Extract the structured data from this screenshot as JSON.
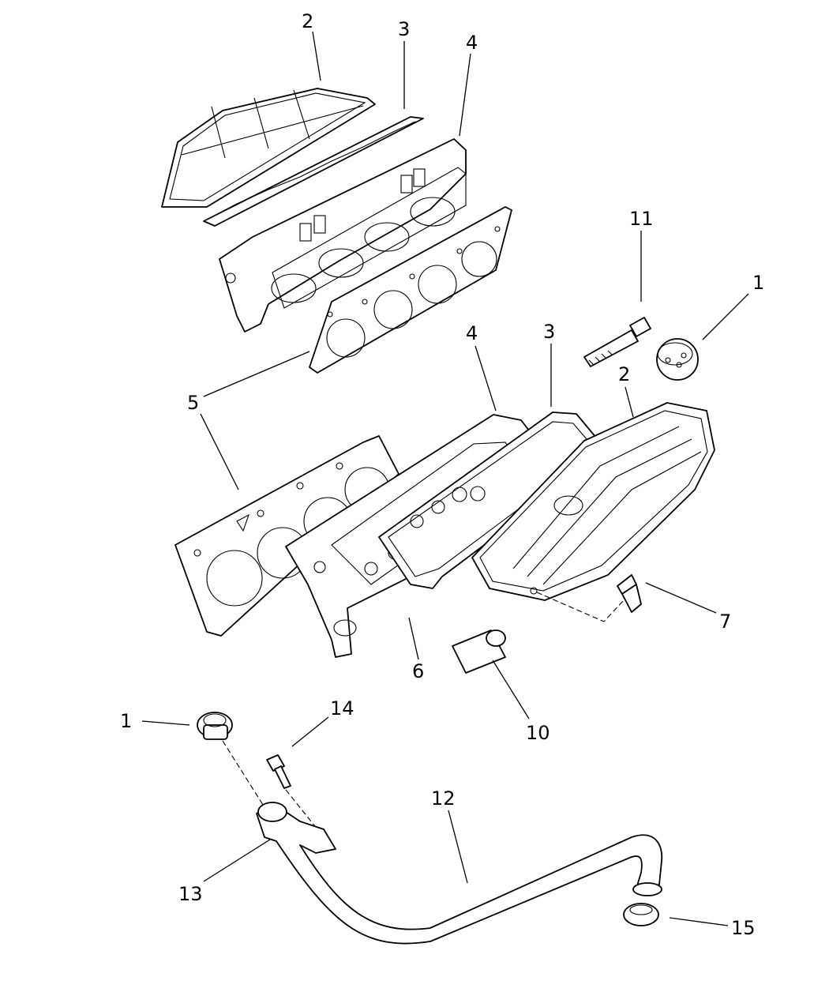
{
  "callouts": [
    {
      "key": "c2a",
      "label": "2"
    },
    {
      "key": "c3a",
      "label": "3"
    },
    {
      "key": "c4a",
      "label": "4"
    },
    {
      "key": "c11",
      "label": "11"
    },
    {
      "key": "c1a",
      "label": "1"
    },
    {
      "key": "c5",
      "label": "5"
    },
    {
      "key": "c4b",
      "label": "4"
    },
    {
      "key": "c3b",
      "label": "3"
    },
    {
      "key": "c2b",
      "label": "2"
    },
    {
      "key": "c7",
      "label": "7"
    },
    {
      "key": "c6",
      "label": "6"
    },
    {
      "key": "c10",
      "label": "10"
    },
    {
      "key": "c1b",
      "label": "1"
    },
    {
      "key": "c14",
      "label": "14"
    },
    {
      "key": "c12",
      "label": "12"
    },
    {
      "key": "c13",
      "label": "13"
    },
    {
      "key": "c15",
      "label": "15"
    }
  ]
}
